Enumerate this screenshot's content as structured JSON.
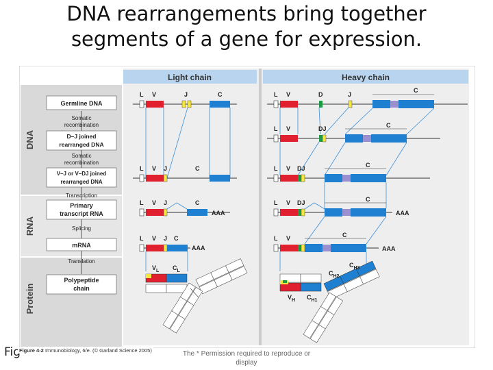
{
  "slide": {
    "title_line1": "DNA rearrangements bring together",
    "title_line2": "segments of a gene for expression.",
    "figure_label": "Fig",
    "credit_figure": "Figure 4-2",
    "credit_text": "Immunobiology, 6/e. (© Garland Science 2005)",
    "permission_line1": "The * Permission required to reproduce or",
    "permission_line2": "display"
  },
  "diagram": {
    "panels": {
      "light": "Light chain",
      "heavy": "Heavy chain"
    },
    "sections": {
      "dna": "DNA",
      "rna": "RNA",
      "protein": "Protein"
    },
    "flow": {
      "germline": "Germline DNA",
      "somatic1": [
        "Somatic",
        "recombination"
      ],
      "dj_joined": [
        "D–J joined",
        "rearranged DNA"
      ],
      "somatic2": [
        "Somatic",
        "recombination"
      ],
      "vj_joined": [
        "V–J or V–DJ joined",
        "rearranged DNA"
      ],
      "transcription": "Transcription",
      "primary": [
        "Primary",
        "transcript RNA"
      ],
      "splicing": "Splicing",
      "mrna": "mRNA",
      "translation": "Translation",
      "polypeptide": [
        "Polypeptide",
        "chain"
      ]
    },
    "segments": {
      "L": "L",
      "V": "V",
      "J": "J",
      "D": "D",
      "C": "C",
      "DJ": "DJ",
      "AAA": "AAA",
      "VL": "V",
      "VL_sub": "L",
      "CL": "C",
      "CL_sub": "L",
      "VH": "V",
      "VH_sub": "H",
      "CH1": "C",
      "CH1_sub": "H1",
      "CH2": "C",
      "CH2_sub": "H2",
      "CH3": "C",
      "CH3_sub": "H3"
    },
    "colors": {
      "V": "#e0202e",
      "J": "#f5e642",
      "D": "#1e9a46",
      "C": "#1f7fd1",
      "hinge": "#9a8fd0",
      "panel_header": "#b9d4ee",
      "panel_bg": "#f0f0f0",
      "dna_band": "#d9d9d9",
      "rna_band": "#e6e6e6",
      "protein_band": "#d9d9d9"
    }
  }
}
